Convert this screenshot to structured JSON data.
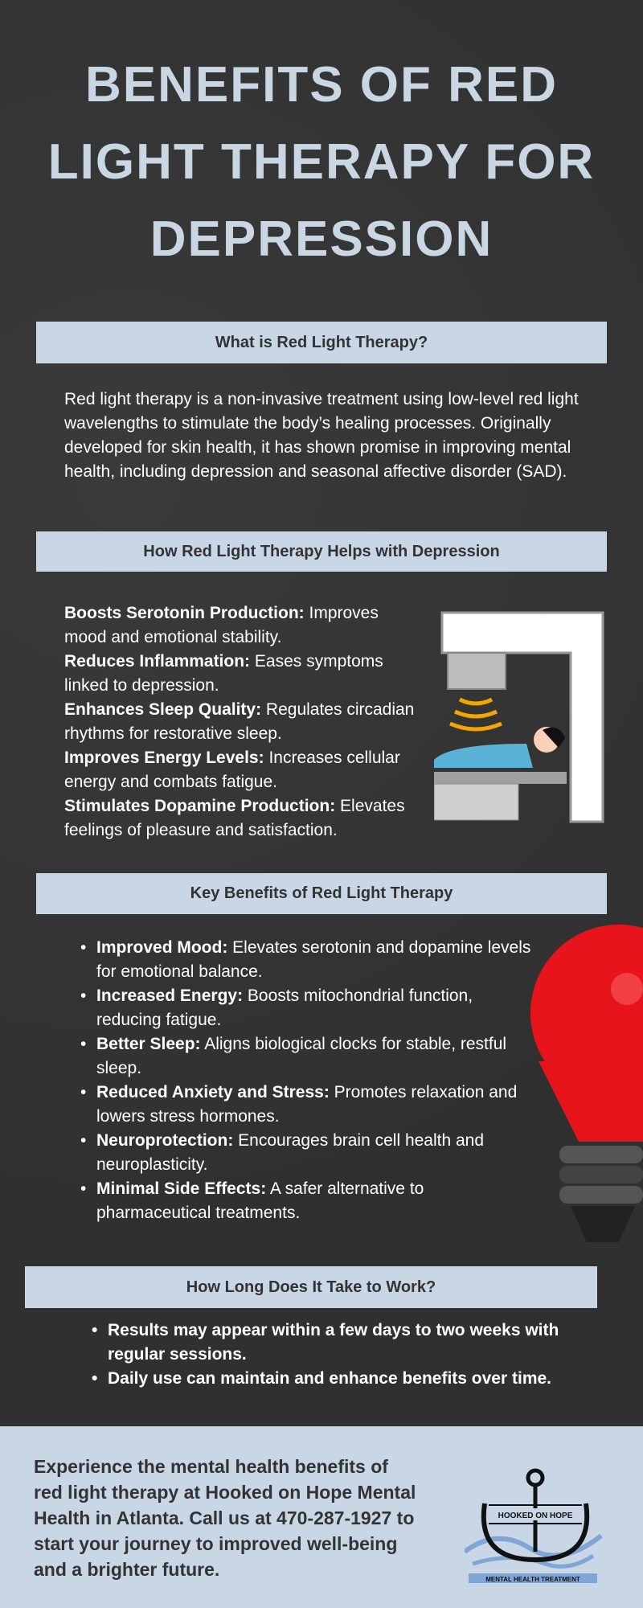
{
  "title": {
    "lines": [
      "BENEFITS OF RED",
      "LIGHT THERAPY FOR",
      "DEPRESSION"
    ]
  },
  "sections": {
    "what": {
      "heading": "What is Red Light Therapy?",
      "text": "Red light therapy is a non-invasive treatment using low-level red light wavelengths to stimulate the body’s healing processes. Originally developed for skin health, it has shown promise in improving mental health, including depression and seasonal affective disorder (SAD)."
    },
    "how": {
      "heading": "How Red Light Therapy Helps with Depression",
      "items": [
        {
          "term": "Boosts Serotonin Production:",
          "desc": " Improves mood and emotional stability."
        },
        {
          "term": "Reduces Inflammation:",
          "desc": " Eases symptoms linked to depression."
        },
        {
          "term": "Enhances Sleep Quality:",
          "desc": " Regulates circadian rhythms for restorative sleep."
        },
        {
          "term": "Improves Energy Levels:",
          "desc": " Increases cellular energy and combats fatigue."
        },
        {
          "term": "Stimulates Dopamine Production:",
          "desc": " Elevates feelings of pleasure and satisfaction."
        }
      ]
    },
    "key": {
      "heading": "Key Benefits of Red Light Therapy",
      "items": [
        {
          "term": "Improved Mood:",
          "desc": " Elevates serotonin and dopamine levels for emotional balance."
        },
        {
          "term": "Increased Energy:",
          "desc": " Boosts mitochondrial function, reducing fatigue."
        },
        {
          "term": "Better Sleep:",
          "desc": " Aligns biological clocks for stable, restful sleep."
        },
        {
          "term": "Reduced Anxiety and Stress:",
          "desc": " Promotes relaxation and lowers stress hormones."
        },
        {
          "term": "Neuroprotection:",
          "desc": " Encourages brain cell health and neuroplasticity."
        },
        {
          "term": "Minimal Side Effects:",
          "desc": " A safer alternative to pharmaceutical treatments."
        }
      ]
    },
    "time": {
      "heading": "How Long Does It Take to Work?",
      "items": [
        "Results may appear within a few days to two weeks with regular sessions.",
        "Daily use can maintain and enhance benefits over time."
      ]
    }
  },
  "footer": {
    "text": "Experience the mental health benefits of red light therapy at Hooked on Hope Mental Health in Atlanta. Call us at 470-287-1927 to start your journey to improved well-being and a brighter future.",
    "logo": {
      "name": "HOOKED ON HOPE",
      "tagline": "MENTAL HEALTH TREATMENT"
    }
  },
  "colors": {
    "background": "#323232",
    "accent": "#c9d6e5",
    "bulb": "#e8141b"
  }
}
